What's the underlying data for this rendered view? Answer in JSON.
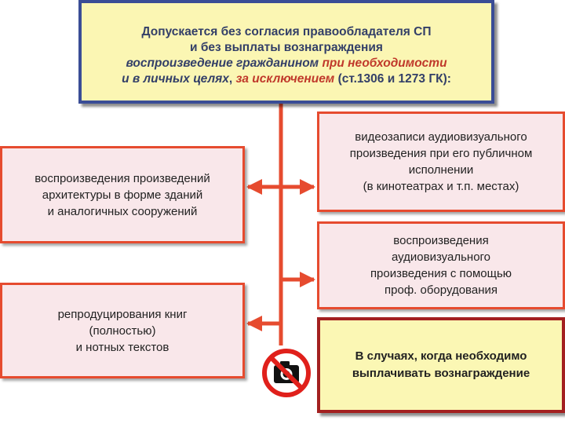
{
  "header": {
    "line1": "Допускается без согласия правообладателя СП",
    "line2": "и без выплаты вознаграждения",
    "line3_a": "воспроизведение гражданином ",
    "line3_b": "при необходимости",
    "line4_a": "и в личных целях",
    "line4_b": ", ",
    "line4_c": "за исключением",
    "line4_d": " (ст.1306 и 1273 ГК):"
  },
  "left_boxes": {
    "architecture": [
      "воспроизведения произведений",
      "архитектуры в форме зданий",
      "и аналогичных сооружений"
    ],
    "books": [
      "репродуцирования книг",
      "(полностью)",
      "и нотных текстов"
    ]
  },
  "right_boxes": {
    "video": [
      "видеозаписи аудиовизуального",
      "произведения при его публичном",
      "исполнении",
      "(в кинотеатрах и т.п. местах)"
    ],
    "equipment": [
      "воспроизведения",
      "аудиовизуального",
      "произведения с помощью",
      "проф. оборудования"
    ],
    "payment": [
      "В случаях, когда необходимо",
      "выплачивать вознаграждение"
    ]
  },
  "colors": {
    "arrow": "#e64b2f",
    "header_border": "#3a4d96",
    "header_bg": "#fbf6b3",
    "pink_bg": "#f9e7ea",
    "green_border": "#a32020"
  },
  "icons": {
    "prohibition": "no-camera-icon"
  }
}
